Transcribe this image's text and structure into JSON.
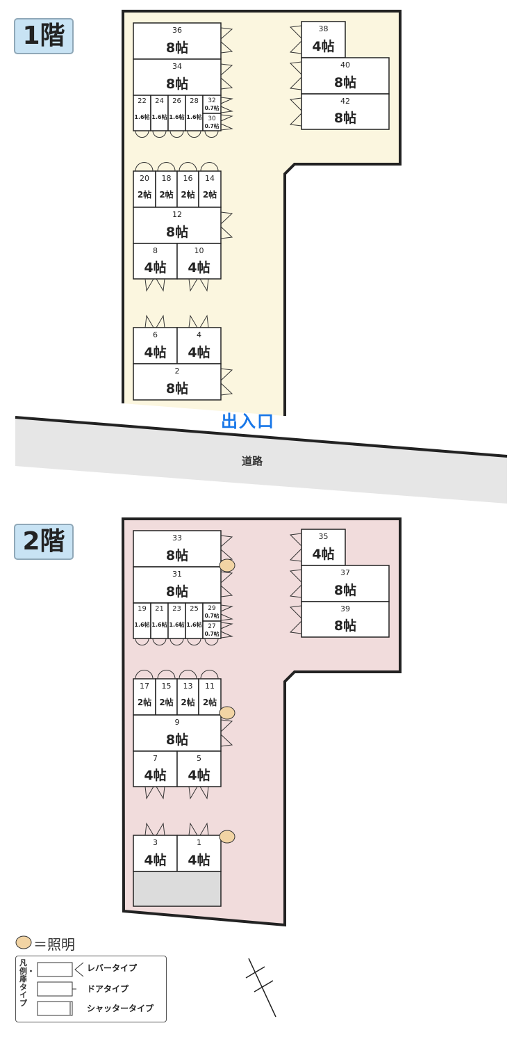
{
  "floor1": {
    "label": "1階",
    "units": [
      {
        "no": "36",
        "size": "8帖"
      },
      {
        "no": "34",
        "size": "8帖"
      },
      {
        "no": "22",
        "size": "1.6帖"
      },
      {
        "no": "24",
        "size": "1.6帖"
      },
      {
        "no": "26",
        "size": "1.6帖"
      },
      {
        "no": "28",
        "size": "1.6帖"
      },
      {
        "no": "32",
        "size": "0.7帖"
      },
      {
        "no": "30",
        "size": "0.7帖"
      },
      {
        "no": "38",
        "size": "4帖"
      },
      {
        "no": "40",
        "size": "8帖"
      },
      {
        "no": "42",
        "size": "8帖"
      },
      {
        "no": "20",
        "size": "2帖"
      },
      {
        "no": "18",
        "size": "2帖"
      },
      {
        "no": "16",
        "size": "2帖"
      },
      {
        "no": "14",
        "size": "2帖"
      },
      {
        "no": "12",
        "size": "8帖"
      },
      {
        "no": "8",
        "size": "4帖"
      },
      {
        "no": "10",
        "size": "4帖"
      },
      {
        "no": "6",
        "size": "4帖"
      },
      {
        "no": "4",
        "size": "4帖"
      },
      {
        "no": "2",
        "size": "8帖"
      }
    ]
  },
  "entrance": "出入口",
  "road": "道路",
  "floor2": {
    "label": "2階",
    "units": [
      {
        "no": "33",
        "size": "8帖"
      },
      {
        "no": "31",
        "size": "8帖"
      },
      {
        "no": "19",
        "size": "1.6帖"
      },
      {
        "no": "21",
        "size": "1.6帖"
      },
      {
        "no": "23",
        "size": "1.6帖"
      },
      {
        "no": "25",
        "size": "1.6帖"
      },
      {
        "no": "29",
        "size": "0.7帖"
      },
      {
        "no": "27",
        "size": "0.7帖"
      },
      {
        "no": "35",
        "size": "4帖"
      },
      {
        "no": "37",
        "size": "8帖"
      },
      {
        "no": "39",
        "size": "8帖"
      },
      {
        "no": "17",
        "size": "2帖"
      },
      {
        "no": "15",
        "size": "2帖"
      },
      {
        "no": "13",
        "size": "2帖"
      },
      {
        "no": "11",
        "size": "2帖"
      },
      {
        "no": "9",
        "size": "8帖"
      },
      {
        "no": "7",
        "size": "4帖"
      },
      {
        "no": "5",
        "size": "4帖"
      },
      {
        "no": "3",
        "size": "4帖"
      },
      {
        "no": "1",
        "size": "4帖"
      }
    ]
  },
  "legend": {
    "lighting": "＝照明",
    "title": "凡例・扉タイプ",
    "items": [
      "レバータイプ",
      "ドアタイプ",
      "シャッタータイプ"
    ]
  },
  "colors": {
    "floor1_fill": "#fbf6df",
    "floor2_fill": "#f1dcdc",
    "road_fill": "#e6e6e6",
    "light_fill": "#f2d4a4",
    "entrance_text": "#1877e8",
    "floor_label_fill": "#c8e3f4"
  }
}
